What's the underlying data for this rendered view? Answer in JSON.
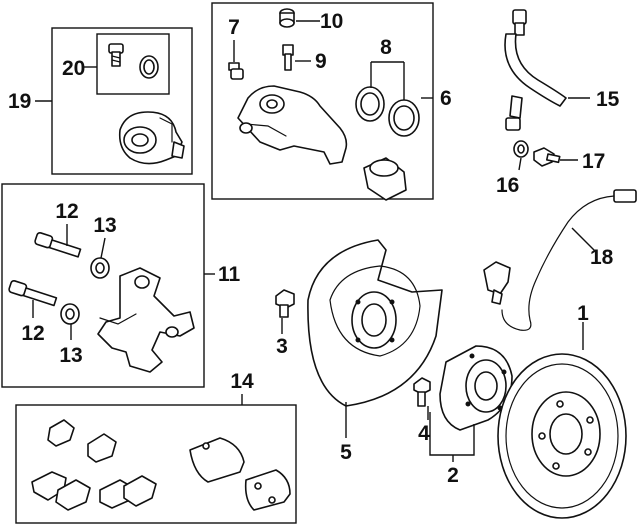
{
  "callouts": {
    "c1": "1",
    "c2": "2",
    "c3": "3",
    "c4": "4",
    "c5": "5",
    "c6": "6",
    "c7": "7",
    "c8": "8",
    "c9": "9",
    "c10": "10",
    "c11": "11",
    "c12a": "12",
    "c12b": "12",
    "c13a": "13",
    "c13b": "13",
    "c14": "14",
    "c15": "15",
    "c16": "16",
    "c17": "17",
    "c18": "18",
    "c19": "19",
    "c20": "20"
  },
  "colors": {
    "ink": "#111111",
    "background": "#ffffff"
  }
}
